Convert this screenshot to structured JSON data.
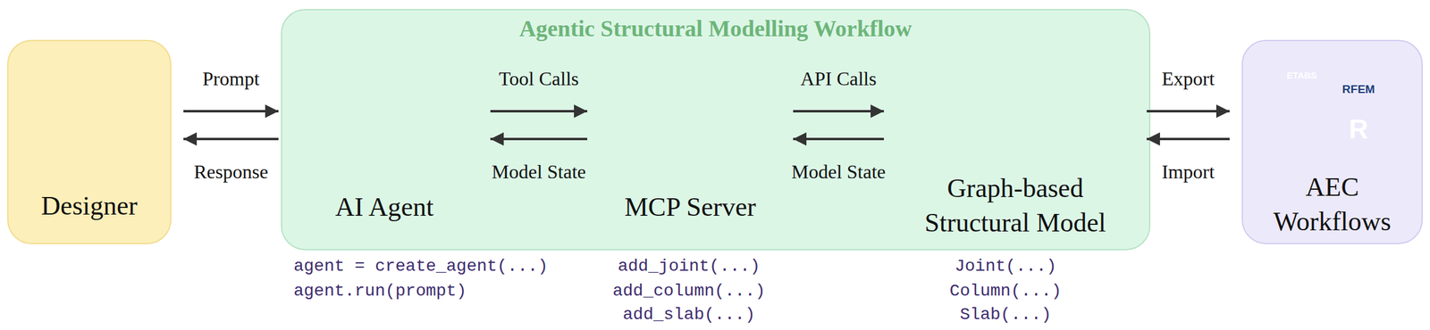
{
  "diagram": {
    "nodes": [
      {
        "text": [
          "Designer"
        ]
      },
      {
        "text": [
          "Agentic Structural Modelling Workflow"
        ]
      },
      {
        "text": [
          "AI Agent"
        ],
        "in": 1
      },
      {
        "text": [
          "MCP Server"
        ],
        "in": 1
      },
      {
        "text": [
          "Graph-based Structural Model"
        ],
        "in": 1
      },
      {
        "text": [
          "AEC Workflows"
        ]
      }
    ],
    "edges": [
      {
        "from": 0,
        "to": 2,
        "arrow": "to",
        "label": "Prompt"
      },
      {
        "from": 2,
        "to": 0,
        "arrow": "to",
        "label": "Response"
      },
      {
        "from": 2,
        "to": 3,
        "arrow": "to",
        "label": "Tool Calls"
      },
      {
        "from": 3,
        "to": 2,
        "arrow": "to",
        "label": "Model State"
      },
      {
        "from": 3,
        "to": 4,
        "arrow": "to",
        "label": "API Calls"
      },
      {
        "from": 4,
        "to": 3,
        "arrow": "to",
        "label": "Model State"
      },
      {
        "from": 4,
        "to": 5,
        "arrow": "to",
        "label": "Export"
      },
      {
        "from": 5,
        "to": 4,
        "arrow": "to",
        "label": "Import"
      }
    ],
    "labels": [
      "agent = create_agent(...)",
      "agent.run(prompt)",
      "add_joint(...)",
      "add_column(...)",
      "add_slab(...)",
      "Joint(...)",
      "Column(...)",
      "Slab(...)",
      "ETABS",
      "RFEM",
      "R"
    ]
  }
}
